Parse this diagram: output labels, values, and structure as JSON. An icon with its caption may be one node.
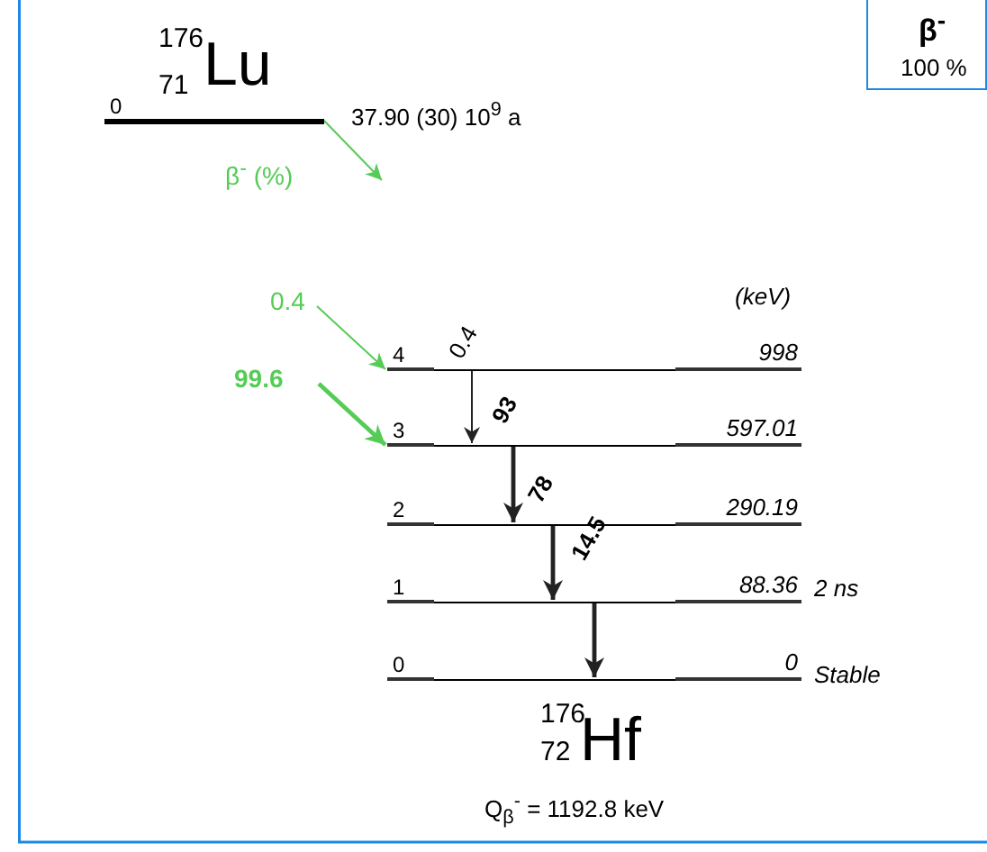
{
  "diagram": {
    "nodes": [
      {
        "text": [
          "0"
        ],
        "beside": [
          "37.90 (30) 10$^{9}$ a"
        ]
      },
      {
        "text": [
          "4",
          "998"
        ]
      },
      {
        "text": [
          "3",
          "597.01"
        ]
      },
      {
        "text": [
          "2",
          "290.19"
        ]
      },
      {
        "text": [
          "1",
          "88.36"
        ],
        "beside": [
          "2 ns"
        ]
      },
      {
        "text": [
          "0",
          "0"
        ],
        "beside": [
          "Stable"
        ]
      },
      {
        "text": [
          "β$^{-}$",
          "100 %"
        ]
      }
    ],
    "edges": [
      {
        "from": 0,
        "to": null,
        "arrow": "to",
        "label": "β$^{-}$ (%)",
        "color": "#55cc55"
      },
      {
        "from": null,
        "to": 1,
        "arrow": "to",
        "label": "0.4",
        "color": "#55cc55"
      },
      {
        "from": null,
        "to": 2,
        "arrow": "to",
        "label": "99.6",
        "color": "#55cc55"
      },
      {
        "from": 1,
        "to": 2,
        "arrow": "to",
        "label": "0.4"
      },
      {
        "from": 2,
        "to": 3,
        "arrow": "to",
        "label": "93"
      },
      {
        "from": 3,
        "to": 4,
        "arrow": "to",
        "label": "78"
      },
      {
        "from": 4,
        "to": 5,
        "arrow": "to",
        "label": "14.5"
      }
    ],
    "labels": [
      "176",
      "71",
      "Lu",
      "(keV)",
      "176",
      "72",
      "Hf",
      "Q$_{β}$$^{-}$ = 1192.8 keV"
    ]
  }
}
